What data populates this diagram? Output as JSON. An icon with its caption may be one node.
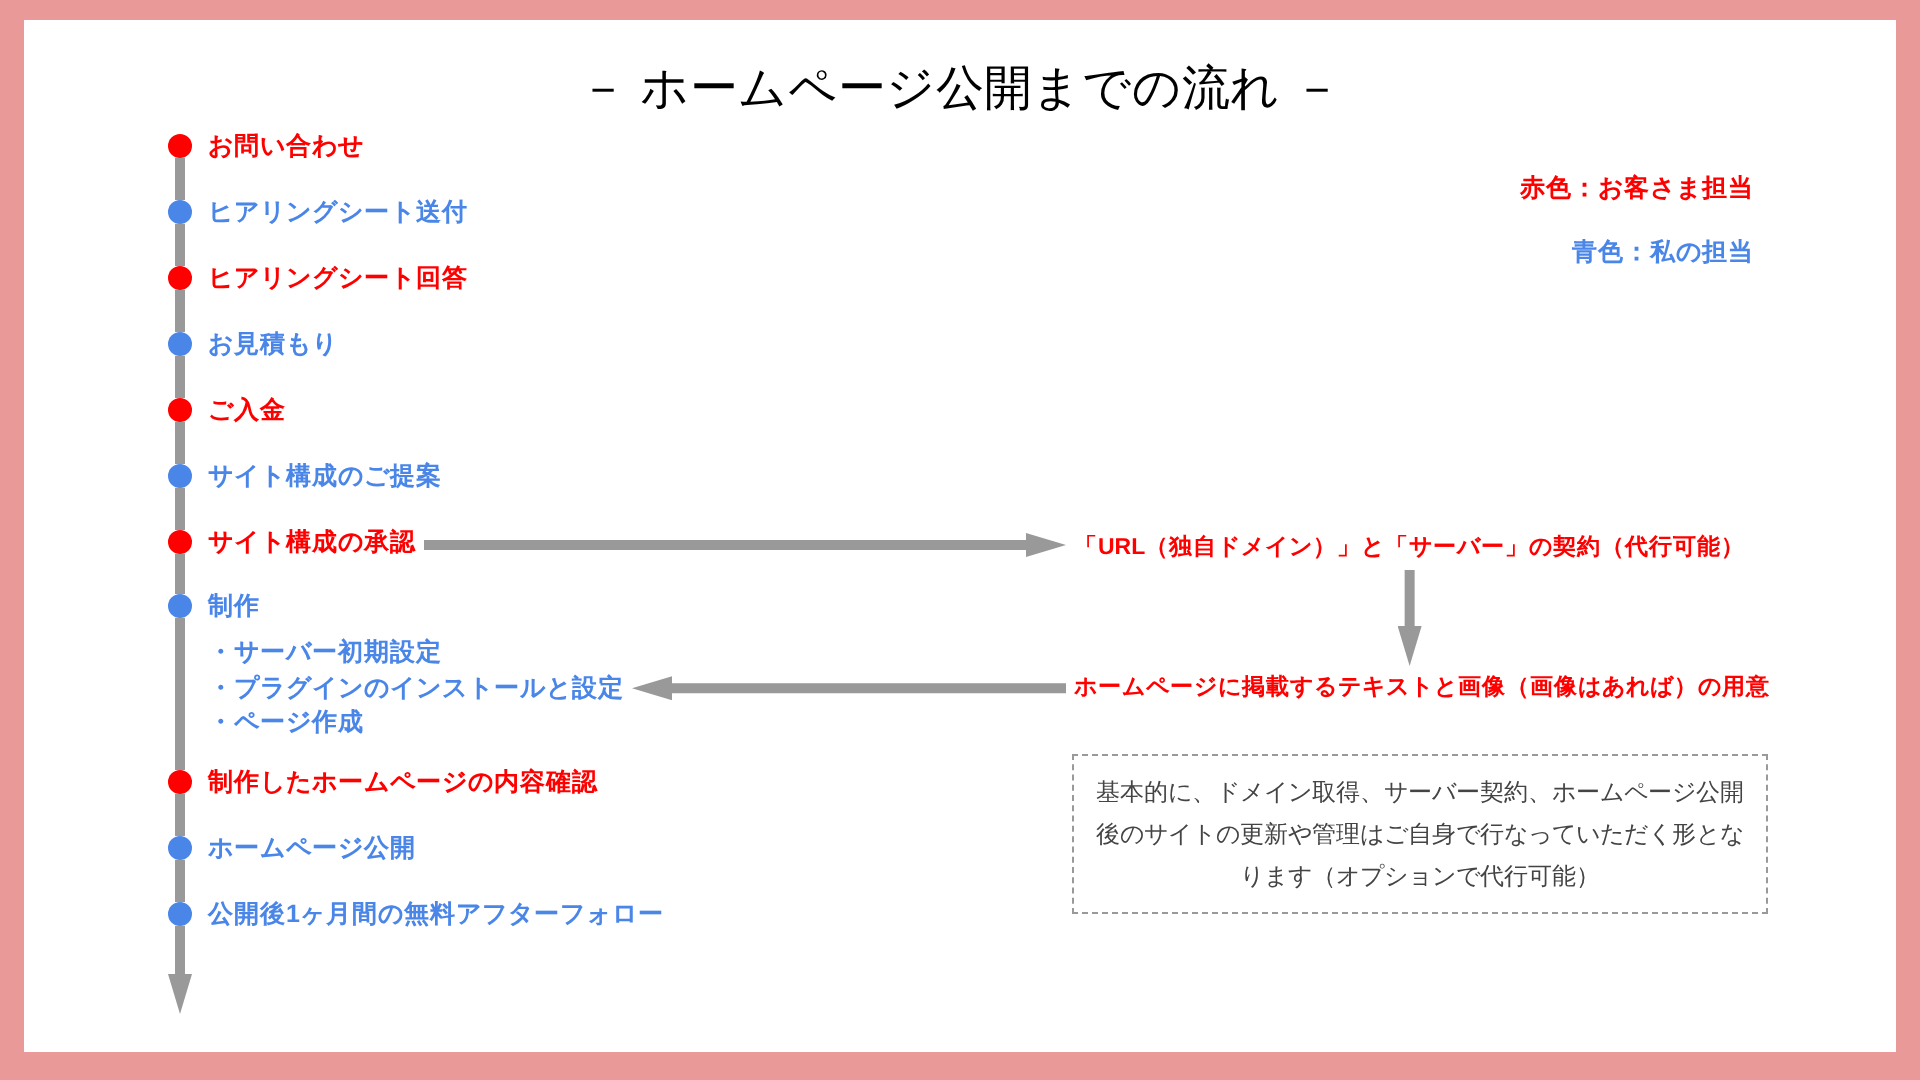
{
  "diagram": {
    "title": "－ ホームページ公開までの流れ －",
    "nodes": [
      {
        "text": [
          "お問い合わせ"
        ]
      },
      {
        "text": [
          "ヒアリングシート送付"
        ]
      },
      {
        "text": [
          "ヒアリングシート回答"
        ]
      },
      {
        "text": [
          "お見積もり"
        ]
      },
      {
        "text": [
          "ご入金"
        ]
      },
      {
        "text": [
          "サイト構成のご提案"
        ]
      },
      {
        "text": [
          "サイト構成の承認"
        ]
      },
      {
        "text": [
          "「URL（独自ドメイン）」と「サーバー」の契約（代行可能）"
        ]
      },
      {
        "text": [
          "制作"
        ]
      },
      {
        "text": [
          "・サーバー初期設定",
          "・プラグインのインストールと設定",
          "・ページ作成"
        ]
      },
      {
        "text": [
          "ホームページに掲載するテキストと画像（画像はあれば）の用意"
        ]
      },
      {
        "text": [
          "制作したホームページの内容確認"
        ]
      },
      {
        "text": [
          "ホームページ公開"
        ]
      },
      {
        "text": [
          "公開後1ヶ月間の無料アフターフォロー"
        ]
      },
      {
        "text": [
          "基本的に、ドメイン取得、サーバー契約、ホームページ公開後のサイトの更新や管理はご自身で行なっていただく形となります（オプションで代行可能）"
        ]
      }
    ],
    "edges": [
      {
        "from": 0,
        "to": 1,
        "arrow": "none"
      },
      {
        "from": 1,
        "to": 2,
        "arrow": "none"
      },
      {
        "from": 2,
        "to": 3,
        "arrow": "none"
      },
      {
        "from": 3,
        "to": 4,
        "arrow": "none"
      },
      {
        "from": 4,
        "to": 5,
        "arrow": "none"
      },
      {
        "from": 5,
        "to": 6,
        "arrow": "none"
      },
      {
        "from": 6,
        "to": 8,
        "arrow": "none"
      },
      {
        "from": 8,
        "to": 11,
        "arrow": "none"
      },
      {
        "from": 11,
        "to": 12,
        "arrow": "none"
      },
      {
        "from": 12,
        "to": 13,
        "arrow": "none"
      },
      {
        "from": 13,
        "to": null,
        "arrow": "to"
      },
      {
        "from": 6,
        "to": 7,
        "arrow": "to"
      },
      {
        "from": 7,
        "to": 10,
        "arrow": "to"
      },
      {
        "from": 10,
        "to": 9,
        "arrow": "to"
      }
    ],
    "legend": [
      {
        "text": "赤色：お客さま担当",
        "color": "#ff0000"
      },
      {
        "text": "青色：私の担当",
        "color": "#4a86e8"
      }
    ]
  }
}
